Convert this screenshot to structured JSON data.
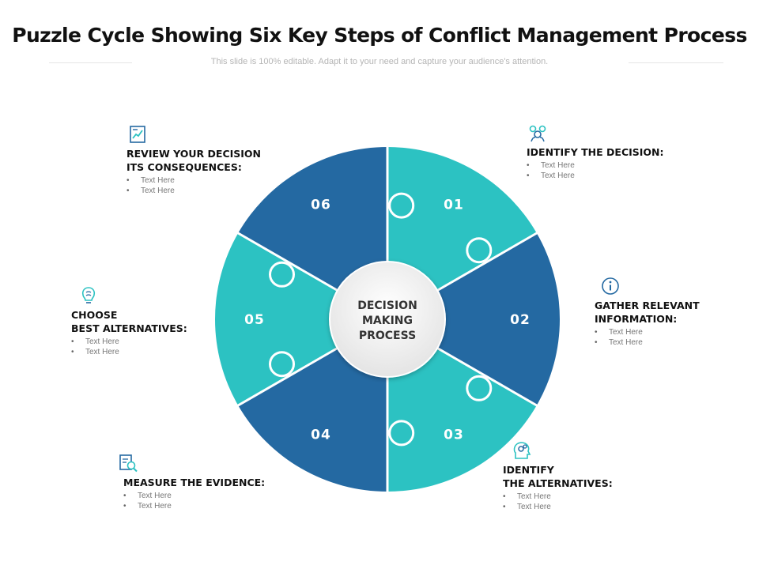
{
  "header": {
    "title": "Puzzle Cycle Showing Six Key Steps of Conflict Management Process",
    "subtitle": "This slide is 100% editable. Adapt it to your need and capture your audience's attention."
  },
  "diagram": {
    "center_lines": [
      "DECISION",
      "MAKING",
      "PROCESS"
    ],
    "segments": [
      {
        "number": "01",
        "color": "#2cc2c2"
      },
      {
        "number": "02",
        "color": "#2469a2"
      },
      {
        "number": "03",
        "color": "#2cc2c2"
      },
      {
        "number": "04",
        "color": "#2469a2"
      },
      {
        "number": "05",
        "color": "#2cc2c2"
      },
      {
        "number": "06",
        "color": "#2469a2"
      }
    ]
  },
  "steps": [
    {
      "id": "01",
      "icon": "people-gears-icon",
      "heading_lines": [
        "IDENTIFY THE DECISION:"
      ],
      "bullets": [
        "Text Here",
        "Text Here"
      ]
    },
    {
      "id": "02",
      "icon": "info-icon",
      "heading_lines": [
        "GATHER RELEVANT",
        "INFORMATION:"
      ],
      "bullets": [
        "Text Here",
        "Text Here"
      ]
    },
    {
      "id": "03",
      "icon": "head-gears-icon",
      "heading_lines": [
        "IDENTIFY",
        "THE ALTERNATIVES:"
      ],
      "bullets": [
        "Text Here",
        "Text Here"
      ]
    },
    {
      "id": "04",
      "icon": "document-search-icon",
      "heading_lines": [
        "MEASURE THE EVIDENCE:"
      ],
      "bullets": [
        "Text Here",
        "Text Here"
      ]
    },
    {
      "id": "05",
      "icon": "brain-bulb-icon",
      "heading_lines": [
        "CHOOSE",
        "BEST ALTERNATIVES:"
      ],
      "bullets": [
        "Text Here",
        "Text Here"
      ]
    },
    {
      "id": "06",
      "icon": "review-chart-icon",
      "heading_lines": [
        "REVIEW YOUR DECISION",
        "ITS CONSEQUENCES:"
      ],
      "bullets": [
        "Text Here",
        "Text Here"
      ]
    }
  ]
}
